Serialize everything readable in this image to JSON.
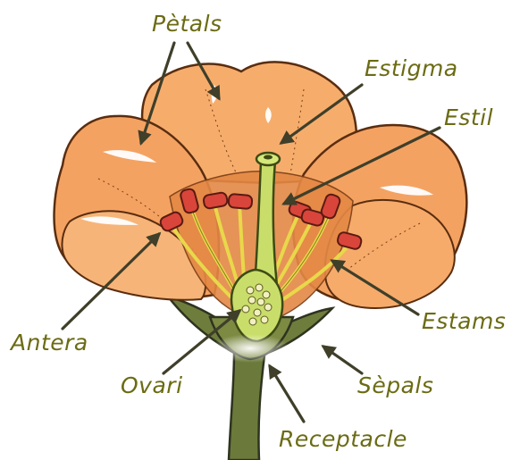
{
  "labels": {
    "petals": "Pètals",
    "stigma": "Estigma",
    "style": "Estil",
    "anther": "Antera",
    "stamens": "Estams",
    "ovary": "Ovari",
    "sepals": "Sèpals",
    "receptacle": "Receptacle"
  },
  "colors": {
    "label_text": "#6b6b14",
    "arrow": "#3f3f2a",
    "petal": "#f4a869",
    "petal_shadow": "#e07f3c",
    "pistil": "#c9de6a",
    "filament": "#e8d84a",
    "anther": "#d9453a",
    "stem": "#6b7a3a"
  }
}
